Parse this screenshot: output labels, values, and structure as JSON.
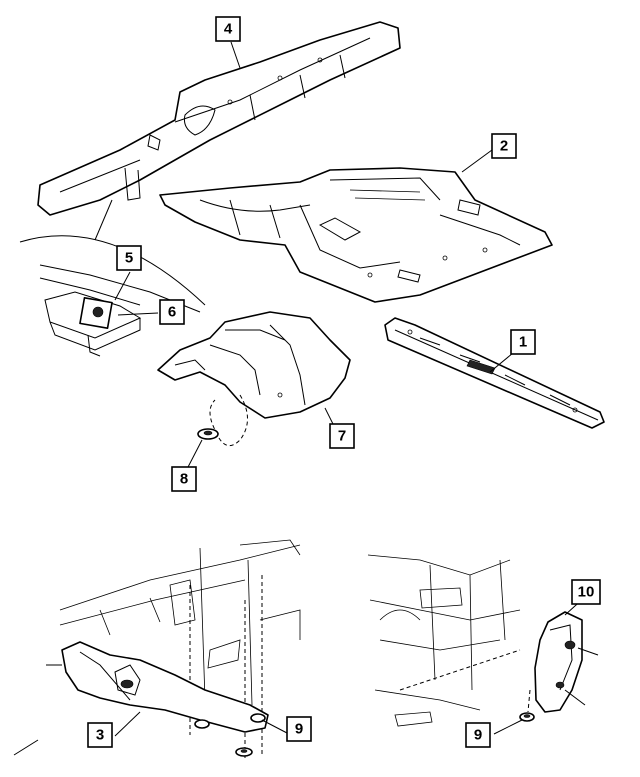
{
  "diagram": {
    "callouts": [
      {
        "id": "c1",
        "label": "1"
      },
      {
        "id": "c2",
        "label": "2"
      },
      {
        "id": "c3",
        "label": "3"
      },
      {
        "id": "c4",
        "label": "4"
      },
      {
        "id": "c5",
        "label": "5"
      },
      {
        "id": "c6",
        "label": "6"
      },
      {
        "id": "c7",
        "label": "7"
      },
      {
        "id": "c8",
        "label": "8"
      },
      {
        "id": "c9a",
        "label": "9"
      },
      {
        "id": "c9b",
        "label": "9"
      },
      {
        "id": "c10",
        "label": "10"
      }
    ]
  }
}
